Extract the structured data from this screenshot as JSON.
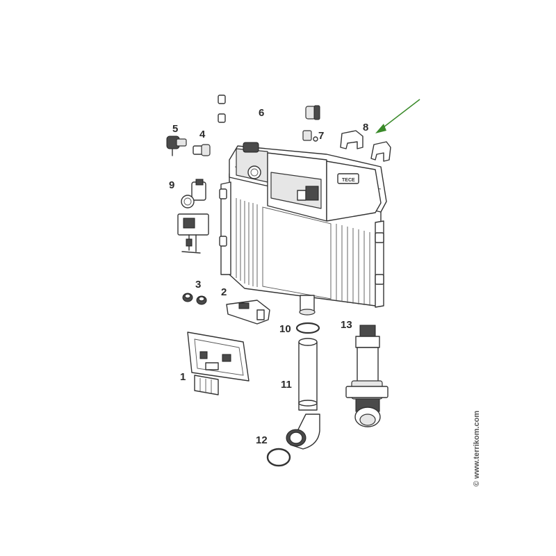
{
  "callouts": {
    "p1": "1",
    "p2": "2",
    "p3": "3",
    "p4": "4",
    "p5": "5",
    "p6": "6",
    "p7": "7",
    "p8": "8",
    "p9": "9",
    "p10": "10",
    "p11": "11",
    "p12": "12",
    "p13": "13"
  },
  "cistern_brand": "TECE",
  "watermark": "© www.terrikom.com",
  "colors": {
    "arrow": "#3a8a2a",
    "line": "#333333"
  }
}
